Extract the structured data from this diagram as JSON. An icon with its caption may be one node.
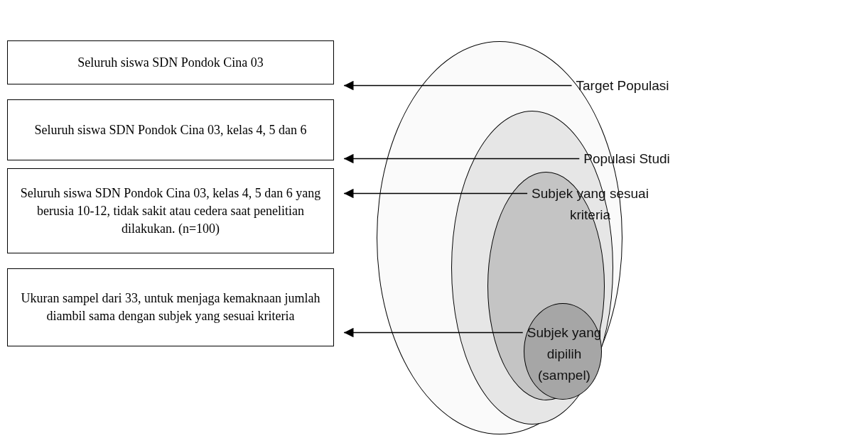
{
  "diagram": {
    "nodes": [
      {
        "text": [
          "Seluruh siswa SDN Pondok Cina 03"
        ]
      },
      {
        "text": [
          "Seluruh siswa SDN Pondok Cina 03, kelas 4, 5 dan 6"
        ]
      },
      {
        "text": [
          "Seluruh siswa SDN Pondok Cina 03, kelas 4, 5 dan 6 yang berusia 10-12, tidak sakit atau cedera saat penelitian dilakukan. (n=100)"
        ]
      },
      {
        "text": [
          "Ukuran sampel dari 33, untuk menjaga kemaknaan jumlah diambil sama dengan subjek yang sesuai kriteria"
        ]
      },
      {
        "text": [
          "Target Populasi"
        ]
      },
      {
        "text": [
          "Populasi Studi"
        ],
        "in": 4
      },
      {
        "text": [
          "Subjek yang sesuai kriteria"
        ],
        "in": 5
      },
      {
        "text": [
          "Subjek yang dipilih (sampel)"
        ],
        "in": 6
      }
    ],
    "edges": [
      {
        "from": 4,
        "to": 0,
        "arrow": "to"
      },
      {
        "from": 5,
        "to": 1,
        "arrow": "to"
      },
      {
        "from": 6,
        "to": 2,
        "arrow": "to"
      },
      {
        "from": 7,
        "to": 3,
        "arrow": "to"
      }
    ]
  }
}
